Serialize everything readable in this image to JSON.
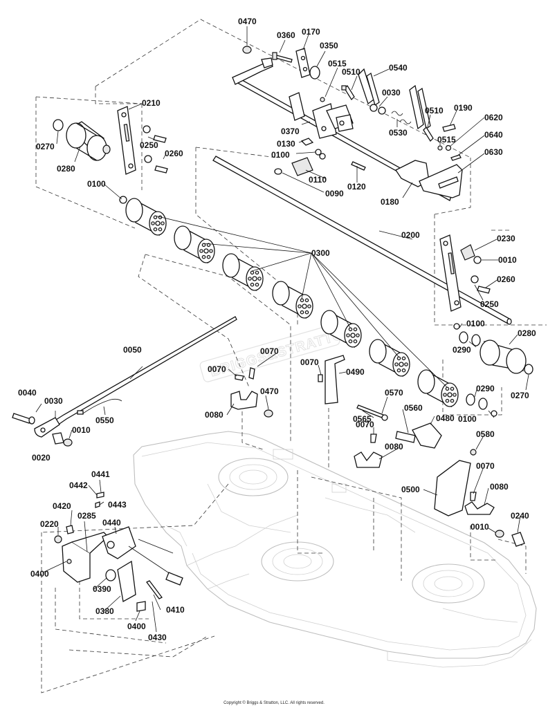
{
  "labels": [
    {
      "id": "0470",
      "text": "0470"
    },
    {
      "id": "0360",
      "text": "0360"
    },
    {
      "id": "0170",
      "text": "0170"
    },
    {
      "id": "0350",
      "text": "0350"
    },
    {
      "id": "0515a",
      "text": "0515"
    },
    {
      "id": "0510a",
      "text": "0510"
    },
    {
      "id": "0540",
      "text": "0540"
    },
    {
      "id": "0030a",
      "text": "0030"
    },
    {
      "id": "0530",
      "text": "0530"
    },
    {
      "id": "0510b",
      "text": "0510"
    },
    {
      "id": "0190",
      "text": "0190"
    },
    {
      "id": "0620",
      "text": "0620"
    },
    {
      "id": "0515b",
      "text": "0515"
    },
    {
      "id": "0640",
      "text": "0640"
    },
    {
      "id": "0630",
      "text": "0630"
    },
    {
      "id": "0370",
      "text": "0370"
    },
    {
      "id": "0130",
      "text": "0130"
    },
    {
      "id": "0100a",
      "text": "0100"
    },
    {
      "id": "0110",
      "text": "0110"
    },
    {
      "id": "0090",
      "text": "0090"
    },
    {
      "id": "0120",
      "text": "0120"
    },
    {
      "id": "0180",
      "text": "0180"
    },
    {
      "id": "0210",
      "text": "0210"
    },
    {
      "id": "0270a",
      "text": "0270"
    },
    {
      "id": "0280a",
      "text": "0280"
    },
    {
      "id": "0250a",
      "text": "0250"
    },
    {
      "id": "0260a",
      "text": "0260"
    },
    {
      "id": "0100b",
      "text": "0100"
    },
    {
      "id": "0200",
      "text": "0200"
    },
    {
      "id": "0230",
      "text": "0230"
    },
    {
      "id": "0010a",
      "text": "0010"
    },
    {
      "id": "0260b",
      "text": "0260"
    },
    {
      "id": "0250b",
      "text": "0250"
    },
    {
      "id": "0300",
      "text": "0300"
    },
    {
      "id": "0100c",
      "text": "0100"
    },
    {
      "id": "0280b",
      "text": "0280"
    },
    {
      "id": "0290a",
      "text": "0290"
    },
    {
      "id": "0290b",
      "text": "0290"
    },
    {
      "id": "0100d",
      "text": "0100"
    },
    {
      "id": "0270b",
      "text": "0270"
    },
    {
      "id": "0050",
      "text": "0050"
    },
    {
      "id": "0070a",
      "text": "0070"
    },
    {
      "id": "0070b",
      "text": "0070"
    },
    {
      "id": "0070c",
      "text": "0070"
    },
    {
      "id": "0490",
      "text": "0490"
    },
    {
      "id": "0080a",
      "text": "0080"
    },
    {
      "id": "0470b",
      "text": "0470"
    },
    {
      "id": "0040",
      "text": "0040"
    },
    {
      "id": "0030b",
      "text": "0030"
    },
    {
      "id": "0550",
      "text": "0550"
    },
    {
      "id": "0020",
      "text": "0020"
    },
    {
      "id": "0010b",
      "text": "0010"
    },
    {
      "id": "0570",
      "text": "0570"
    },
    {
      "id": "0565",
      "text": "0565"
    },
    {
      "id": "0560",
      "text": "0560"
    },
    {
      "id": "0480",
      "text": "0480"
    },
    {
      "id": "0070d",
      "text": "0070"
    },
    {
      "id": "0080b",
      "text": "0080"
    },
    {
      "id": "0580",
      "text": "0580"
    },
    {
      "id": "0441",
      "text": "0441"
    },
    {
      "id": "0442",
      "text": "0442"
    },
    {
      "id": "0443",
      "text": "0443"
    },
    {
      "id": "0420",
      "text": "0420"
    },
    {
      "id": "0440",
      "text": "0440"
    },
    {
      "id": "0285",
      "text": "0285"
    },
    {
      "id": "0220",
      "text": "0220"
    },
    {
      "id": "0400a",
      "text": "0400"
    },
    {
      "id": "0390",
      "text": "0390"
    },
    {
      "id": "0380",
      "text": "0380"
    },
    {
      "id": "0410",
      "text": "0410"
    },
    {
      "id": "0400b",
      "text": "0400"
    },
    {
      "id": "0430",
      "text": "0430"
    },
    {
      "id": "0500",
      "text": "0500"
    },
    {
      "id": "0070e",
      "text": "0070"
    },
    {
      "id": "0080c",
      "text": "0080"
    },
    {
      "id": "0240",
      "text": "0240"
    },
    {
      "id": "0010c",
      "text": "0010"
    }
  ],
  "watermark": "BRIGGS&STRATTON",
  "copyright": "Copyright © Briggs & Stratton, LLC. All rights reserved."
}
